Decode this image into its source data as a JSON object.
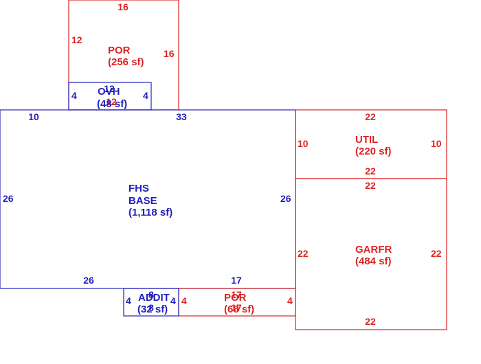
{
  "colors": {
    "red": "#dd2222",
    "blue": "#2222bb"
  },
  "areas": {
    "por_top": {
      "name": "POR",
      "area": "(256 sf)",
      "dim_top": "16",
      "dim_left": "12",
      "dim_right": "16"
    },
    "ovh": {
      "name": "OVH",
      "area": "(48 sf)",
      "dim_top": "12",
      "dim_bottom": "12",
      "dim_left": "4",
      "dim_right": "4"
    },
    "fhs": {
      "name": "FHS",
      "name2": "BASE",
      "area": "(1,118 sf)",
      "dim_top_left": "10",
      "dim_top_right": "33",
      "dim_left": "26",
      "dim_right": "26",
      "dim_bottom_left": "26",
      "dim_bottom_right": "17"
    },
    "util": {
      "name": "UTIL",
      "area": "(220 sf)",
      "dim_top": "22",
      "dim_bottom": "22",
      "dim_left": "10",
      "dim_right": "10"
    },
    "garfr": {
      "name": "GARFR",
      "area": "(484 sf)",
      "dim_top": "22",
      "dim_bottom": "22",
      "dim_left": "22",
      "dim_right": "22"
    },
    "addit": {
      "name": "ADDIT",
      "area": "(32 sf)",
      "dim_top": "8",
      "dim_bottom": "8",
      "dim_left": "4",
      "dim_right": "4"
    },
    "por_bot": {
      "name": "POR",
      "area": "(68 sf)",
      "dim_top": "17",
      "dim_bottom": "17",
      "dim_left": "4",
      "dim_right": "4"
    }
  }
}
